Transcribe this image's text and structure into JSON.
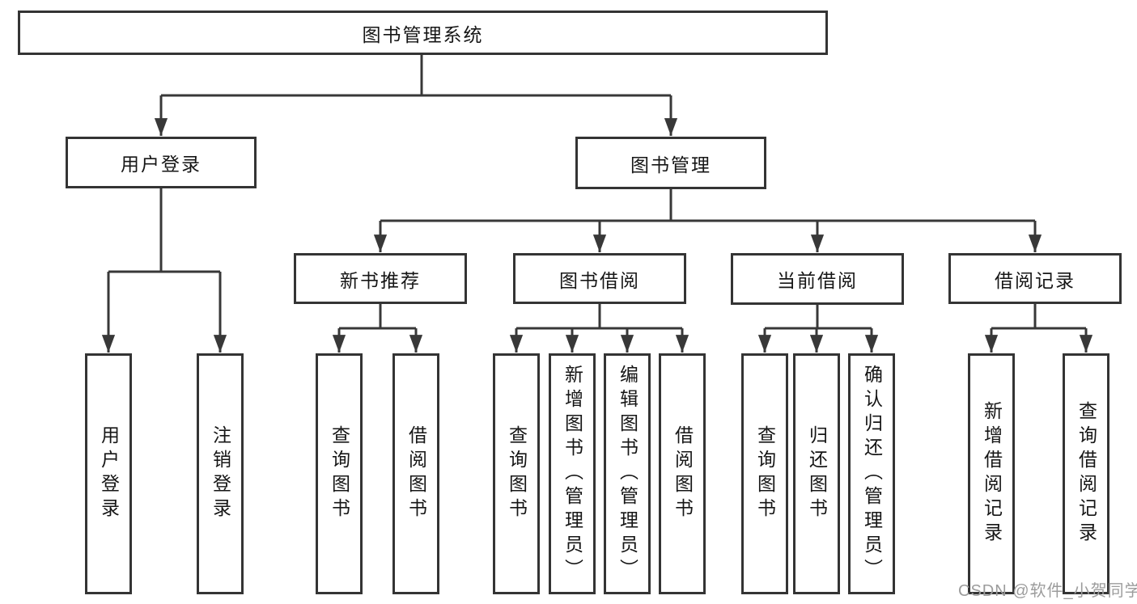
{
  "colors": {
    "background": "#ffffff",
    "box_fill": "#ffffff",
    "box_border": "#343434",
    "connector_line": "#383838",
    "text": "#161616",
    "watermark": "#9c9c9c"
  },
  "watermark": {
    "text": "CSDN @软件_小贺同学"
  },
  "tree": {
    "root": {
      "label": "图书管理系统",
      "children": [
        {
          "label": "用户登录",
          "children": [
            {
              "label": "用户登录"
            },
            {
              "label": "注销登录"
            }
          ]
        },
        {
          "label": "图书管理",
          "children": [
            {
              "label": "新书推荐",
              "children": [
                {
                  "label": "查询图书"
                },
                {
                  "label": "借阅图书"
                }
              ]
            },
            {
              "label": "图书借阅",
              "children": [
                {
                  "label": "查询图书"
                },
                {
                  "label": "新增图书（管理员）"
                },
                {
                  "label": "编辑图书（管理员）"
                },
                {
                  "label": "借阅图书"
                }
              ]
            },
            {
              "label": "当前借阅",
              "children": [
                {
                  "label": "查询图书"
                },
                {
                  "label": "归还图书"
                },
                {
                  "label": "确认归还（管理员）"
                }
              ]
            },
            {
              "label": "借阅记录",
              "children": [
                {
                  "label": "新增借阅记录"
                },
                {
                  "label": "查询借阅记录"
                }
              ]
            }
          ]
        }
      ]
    }
  }
}
